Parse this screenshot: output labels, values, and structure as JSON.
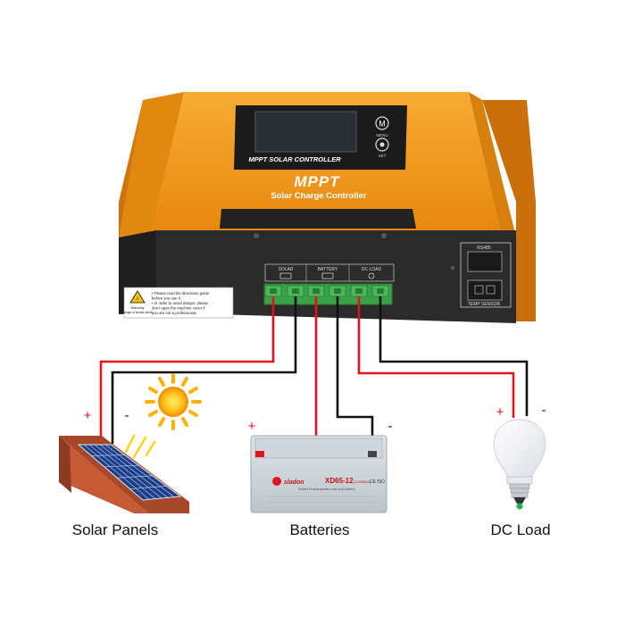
{
  "controller": {
    "brand": "MPPT",
    "screen_label": "MPPT SOLAR CONTROLLER",
    "subtitle": "Solar Charge Controller",
    "menu_label": "MENU",
    "set_label": "SET",
    "menu_glyph": "M",
    "rs485_label": "RS485",
    "temp_sensor_label": "TEMP SENSOR",
    "terminal_groups": [
      "SOLAR",
      "BATTERY",
      "DC LOAD"
    ],
    "warning": {
      "title": "Warning",
      "subtitle": "Danger of electric shock",
      "lines": [
        "• Please read the directions guide",
        "  before you use it.",
        "• In order to avoid danger, please",
        "  don't open the machine cover if",
        "  you are not a professional."
      ]
    }
  },
  "battery": {
    "brand": "sladon",
    "model": "XD65-12",
    "model_suffix": "(12V65Ah)",
    "cert": "CE ISO",
    "fine_print": "Sealed Rechargeable Lead-Acid Battery"
  },
  "polarity": {
    "plus": "+",
    "minus": "-"
  },
  "captions": {
    "solar": "Solar Panels",
    "batteries": "Batteries",
    "load": "DC Load"
  },
  "wire_colors": {
    "positive": "#e0141b",
    "negative": "#111111"
  },
  "colors": {
    "case_orange": "#f29a1c",
    "case_dark": "#2b2b2b",
    "terminal_green": "#3aa04a"
  }
}
